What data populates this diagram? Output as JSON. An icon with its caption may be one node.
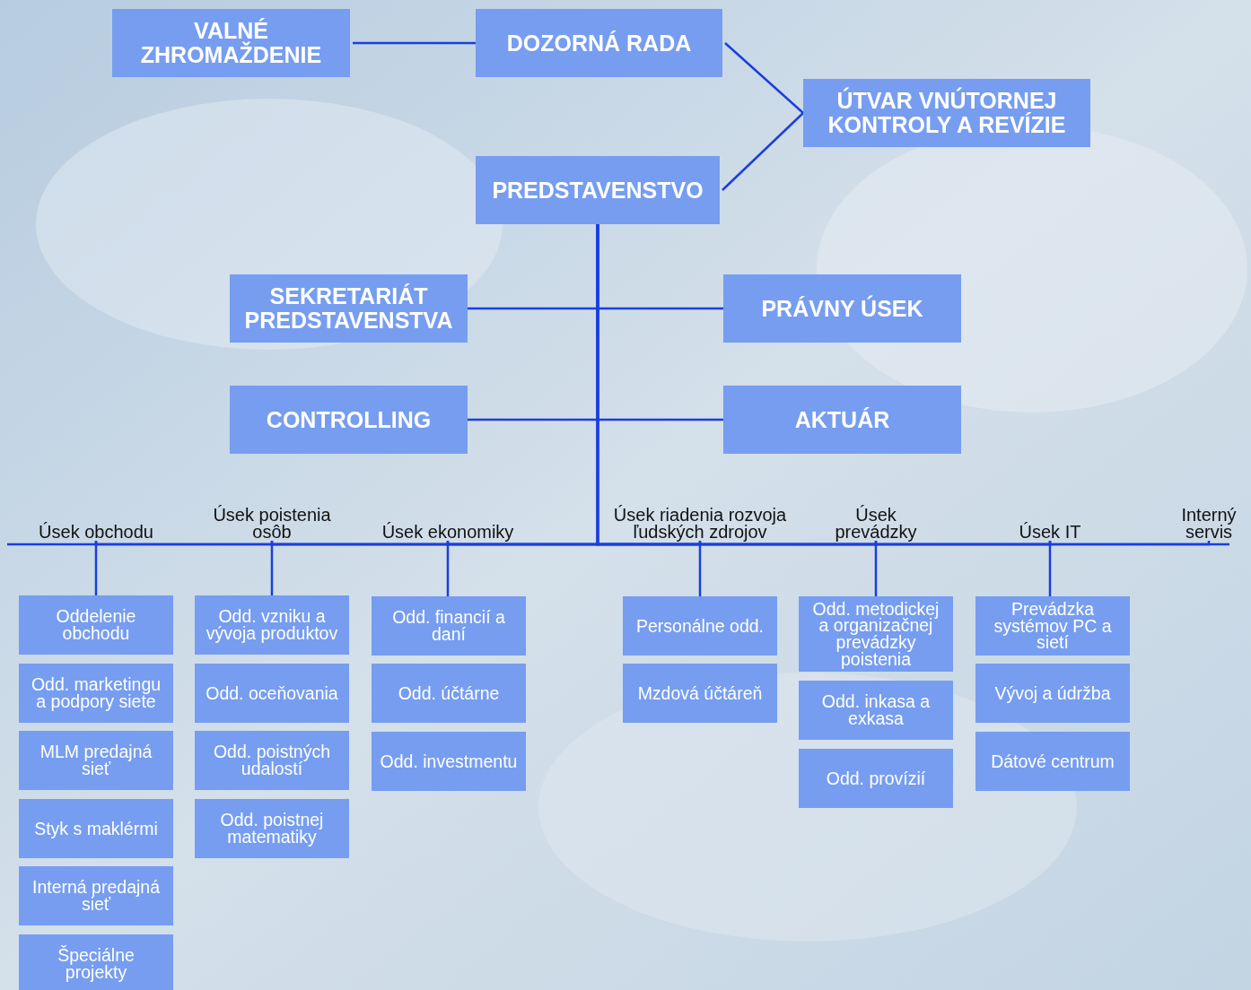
{
  "diagram": {
    "nodes": [
      {
        "text": [
          "VALNÉ ZHROMAŽDENIE"
        ]
      },
      {
        "text": [
          "DOZORNÁ RADA"
        ]
      },
      {
        "text": [
          "ÚTVAR VNÚTORNEJ KONTROLY A REVÍZIE"
        ]
      },
      {
        "text": [
          "PREDSTAVENSTVO"
        ]
      },
      {
        "text": [
          "SEKRETARIÁT PREDSTAVENSTVA"
        ]
      },
      {
        "text": [
          "PRÁVNY ÚSEK"
        ]
      },
      {
        "text": [
          "CONTROLLING"
        ]
      },
      {
        "text": [
          "AKTUÁR"
        ]
      },
      {
        "text": [
          "Úsek obchodu"
        ]
      },
      {
        "text": [
          "Úsek poistenia osôb"
        ]
      },
      {
        "text": [
          "Úsek ekonomiky"
        ]
      },
      {
        "text": [
          "Úsek riadenia rozvoja ľudských zdrojov"
        ]
      },
      {
        "text": [
          "Úsek prevádzky"
        ]
      },
      {
        "text": [
          "Úsek IT"
        ]
      },
      {
        "text": [
          "Interný servis"
        ]
      },
      {
        "text": [
          "Oddelenie obchodu"
        ]
      },
      {
        "text": [
          "Odd. marketingu a podpory siete"
        ]
      },
      {
        "text": [
          "MLM predajná sieť"
        ]
      },
      {
        "text": [
          "Styk s maklérmi"
        ]
      },
      {
        "text": [
          "Interná predajná sieť"
        ]
      },
      {
        "text": [
          "Špeciálne projekty"
        ]
      },
      {
        "text": [
          "Odd. vzniku a vývoja produktov"
        ]
      },
      {
        "text": [
          "Odd. oceňovania"
        ]
      },
      {
        "text": [
          "Odd. poistných udalostí"
        ]
      },
      {
        "text": [
          "Odd. poistnej matematiky"
        ]
      },
      {
        "text": [
          "Odd. financií a daní"
        ]
      },
      {
        "text": [
          "Odd. účtárne"
        ]
      },
      {
        "text": [
          "Odd. investmentu"
        ]
      },
      {
        "text": [
          "Personálne odd."
        ]
      },
      {
        "text": [
          "Mzdová účtáreň"
        ]
      },
      {
        "text": [
          "Odd. metodickej a organizačnej prevádzky poistenia"
        ]
      },
      {
        "text": [
          "Odd. inkasa a exkasa"
        ]
      },
      {
        "text": [
          "Odd. provízií"
        ]
      },
      {
        "text": [
          "Prevádzka systémov PC a sietí"
        ]
      },
      {
        "text": [
          "Vývoj a údržba"
        ]
      },
      {
        "text": [
          "Dátové centrum"
        ]
      }
    ],
    "edges": [
      {
        "from": 0,
        "to": 1,
        "arrow": "none"
      },
      {
        "from": 1,
        "to": 2,
        "arrow": "none"
      },
      {
        "from": 3,
        "to": 2,
        "arrow": "none"
      },
      {
        "from": 3,
        "to": 4,
        "arrow": "none"
      },
      {
        "from": 3,
        "to": 5,
        "arrow": "none"
      },
      {
        "from": 3,
        "to": 6,
        "arrow": "none"
      },
      {
        "from": 3,
        "to": 7,
        "arrow": "none"
      },
      {
        "from": 3,
        "to": 8,
        "arrow": "none"
      },
      {
        "from": 3,
        "to": 9,
        "arrow": "none"
      },
      {
        "from": 3,
        "to": 10,
        "arrow": "none"
      },
      {
        "from": 3,
        "to": 11,
        "arrow": "none"
      },
      {
        "from": 3,
        "to": 12,
        "arrow": "none"
      },
      {
        "from": 3,
        "to": 13,
        "arrow": "none"
      },
      {
        "from": 3,
        "to": 14,
        "arrow": "none"
      },
      {
        "from": 8,
        "to": 15,
        "arrow": "none"
      },
      {
        "from": 9,
        "to": 21,
        "arrow": "none"
      },
      {
        "from": 10,
        "to": 25,
        "arrow": "none"
      },
      {
        "from": 11,
        "to": 28,
        "arrow": "none"
      },
      {
        "from": 12,
        "to": 30,
        "arrow": "none"
      },
      {
        "from": 13,
        "to": 33,
        "arrow": "none"
      }
    ]
  }
}
